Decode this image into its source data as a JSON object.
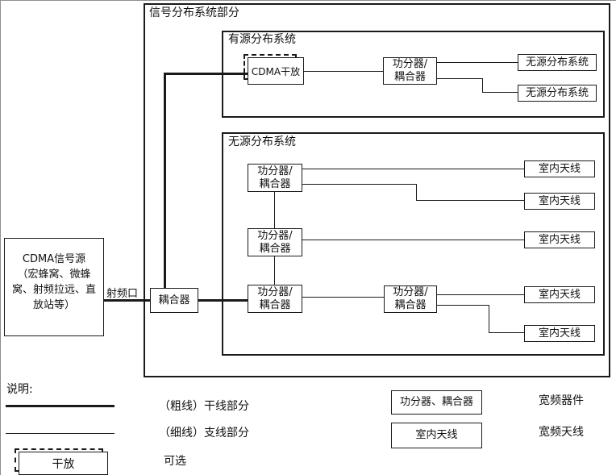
{
  "labels": {
    "outer_title": "信号分布系统部分",
    "active_title": "有源分布系统",
    "passive_title": "无源分布系统",
    "cdma_amp": "CDMA干放",
    "splitter": "功分器/\n耦合器",
    "passive_dist": "无源分布系统",
    "antenna": "室内天线",
    "source": "CDMA信号源\n（宏蜂窝、微蜂\n窝、射频拉远、直\n放站等）",
    "rf_port": "射频口",
    "coupler": "耦合器"
  },
  "legend": {
    "title": "说明:",
    "thick_line_label": "（粗线）干线部分",
    "thin_line_label": "（细线）支线部分",
    "amp_box": "干放",
    "amp_desc": "可选",
    "splitter_box": "功分器、耦合器",
    "splitter_desc": "宽频器件",
    "antenna_box": "室内天线",
    "antenna_desc": "宽频天线"
  },
  "colors": {
    "line": "#1a1a1a",
    "background": "#ffffff",
    "frame_edge": "#8f8f8f"
  }
}
